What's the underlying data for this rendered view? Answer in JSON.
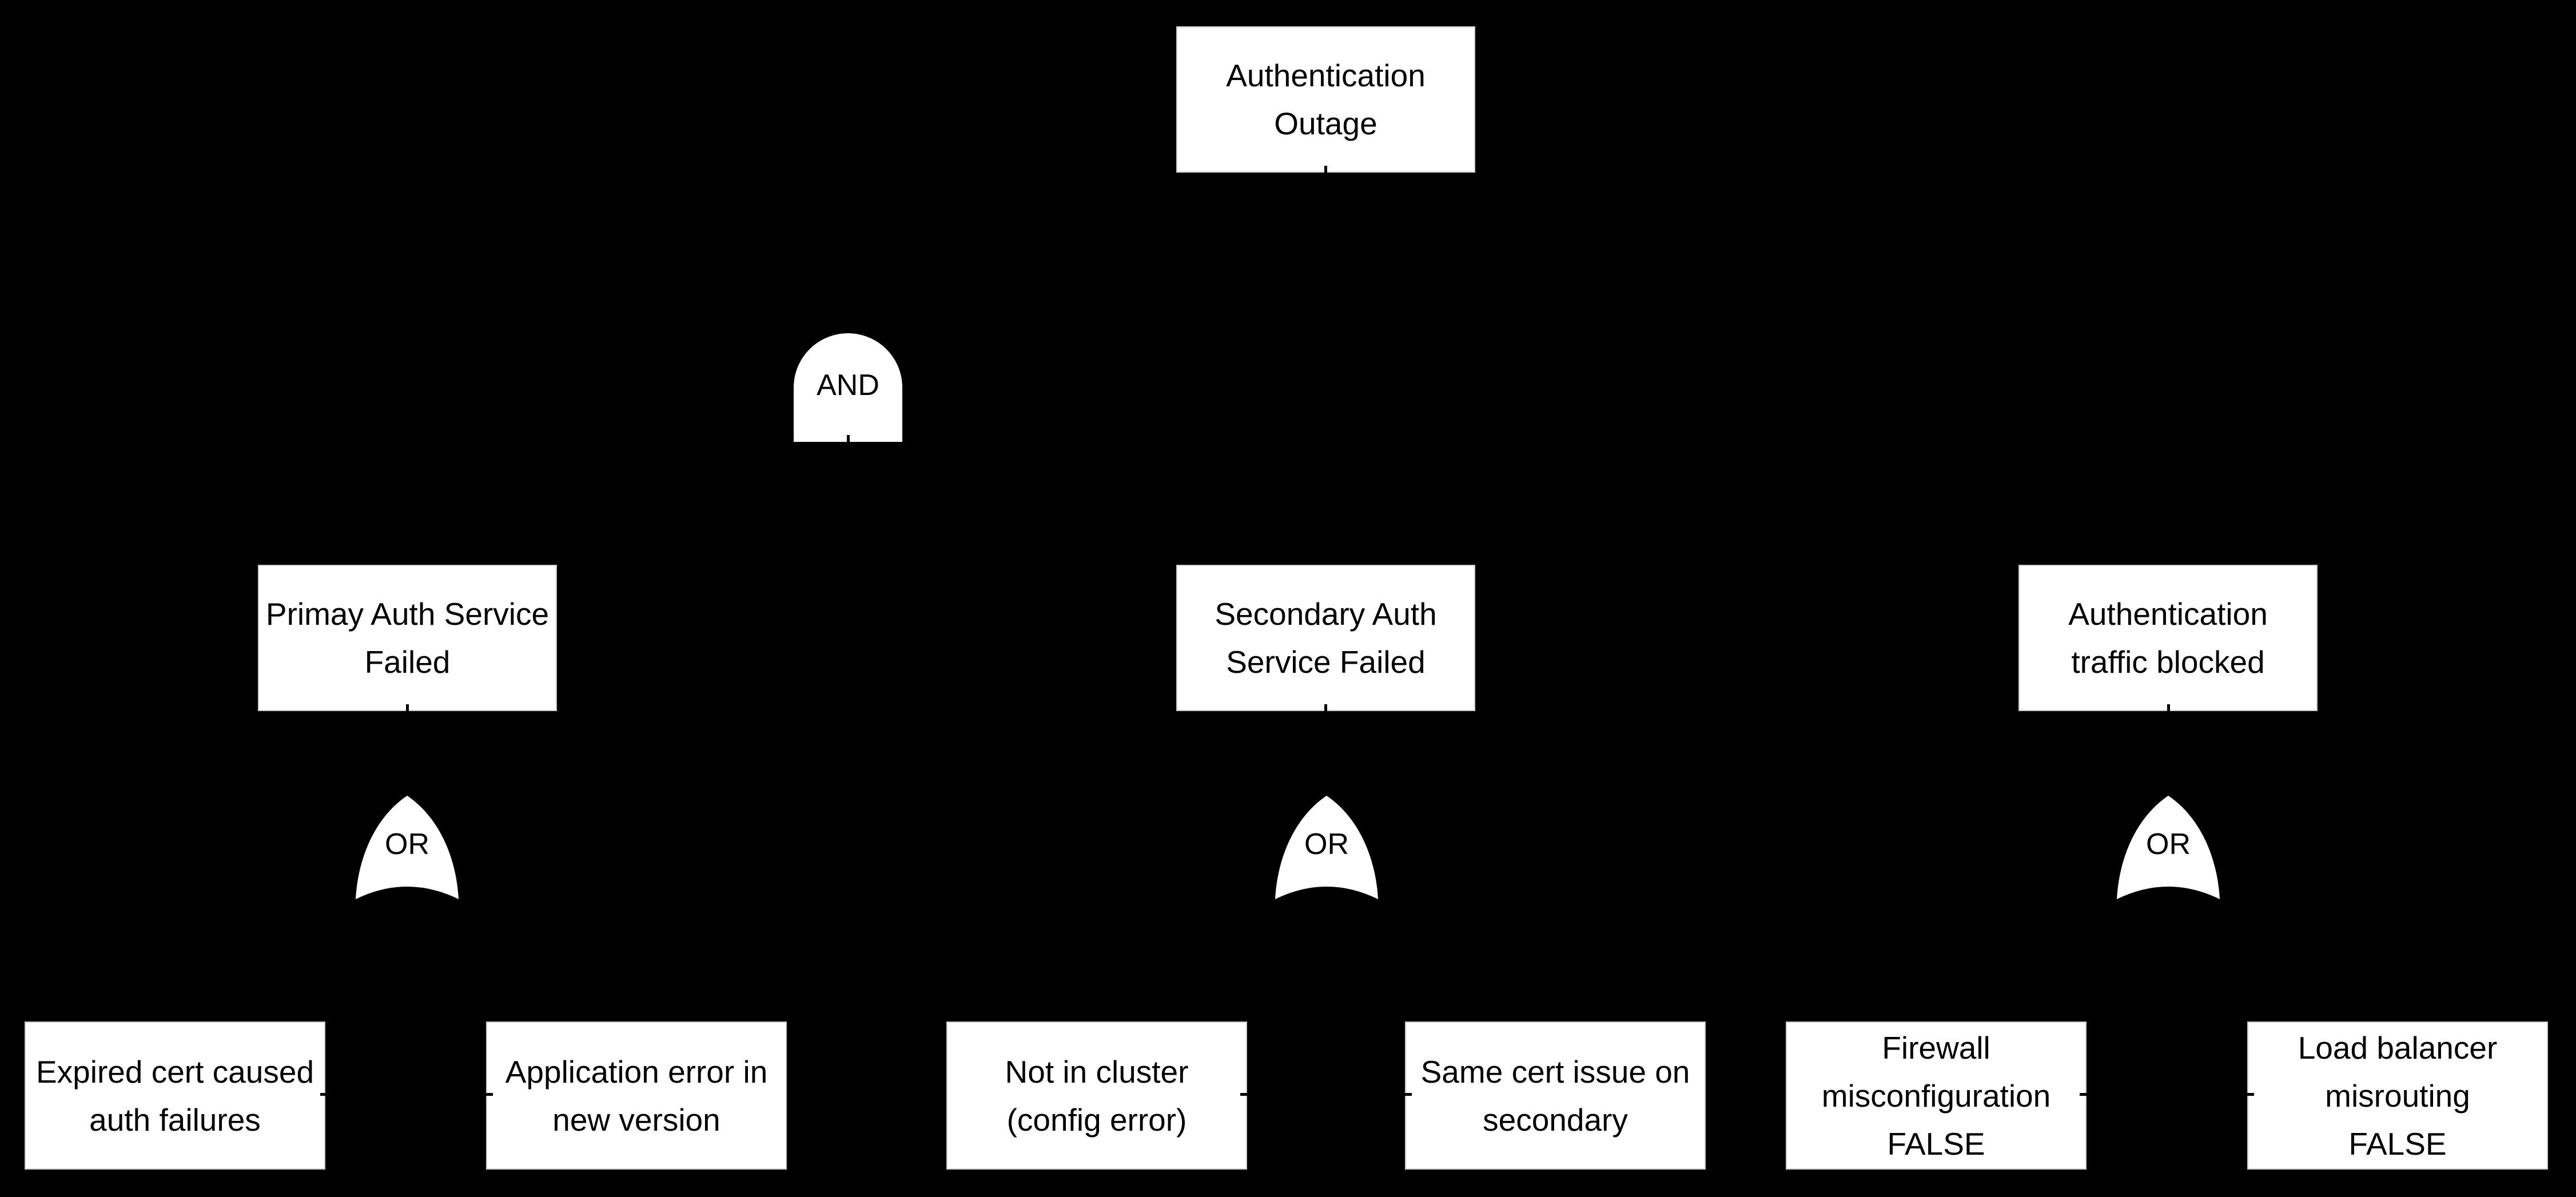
{
  "diagram": {
    "kind": "fault-tree",
    "colors": {
      "background": "#000000",
      "node_fill": "#ffffff",
      "node_edge": "#cccccc",
      "text": "#000000",
      "connector": "#000000"
    }
  },
  "nodes": {
    "top_event": {
      "type": "event",
      "label": "Authentication\nOutage"
    },
    "and_gate": {
      "type": "AND",
      "label": "AND"
    },
    "mid_left": {
      "type": "event",
      "label": "Primay Auth Service\nFailed"
    },
    "mid_center": {
      "type": "event",
      "label": "Secondary Auth\nService Failed"
    },
    "mid_right": {
      "type": "event",
      "label": "Authentication\ntraffic blocked"
    },
    "or_left": {
      "type": "OR",
      "label": "OR"
    },
    "or_center": {
      "type": "OR",
      "label": "OR"
    },
    "or_right": {
      "type": "OR",
      "label": "OR"
    },
    "leaf_expired_cert": {
      "type": "event",
      "label": "Expired cert caused\nauth failures"
    },
    "leaf_app_error": {
      "type": "event",
      "label": "Application error in\nnew version"
    },
    "leaf_not_in_cluster": {
      "type": "event",
      "label": "Not in cluster\n(config error)"
    },
    "leaf_same_cert": {
      "type": "event",
      "label": "Same cert issue on\nsecondary"
    },
    "leaf_firewall": {
      "type": "event",
      "label": "Firewall\nmisconfiguration\nFALSE"
    },
    "leaf_load_balancer": {
      "type": "event",
      "label": "Load balancer\nmisrouting\nFALSE"
    }
  },
  "structure": {
    "top_event_children_gate": "AND",
    "and_inputs": [
      "mid_left",
      "mid_center",
      "mid_right"
    ],
    "mid_left_or_inputs": [
      "leaf_expired_cert",
      "leaf_app_error"
    ],
    "mid_center_or_inputs": [
      "leaf_not_in_cluster",
      "leaf_same_cert"
    ],
    "mid_right_or_inputs": [
      "leaf_firewall",
      "leaf_load_balancer"
    ]
  }
}
